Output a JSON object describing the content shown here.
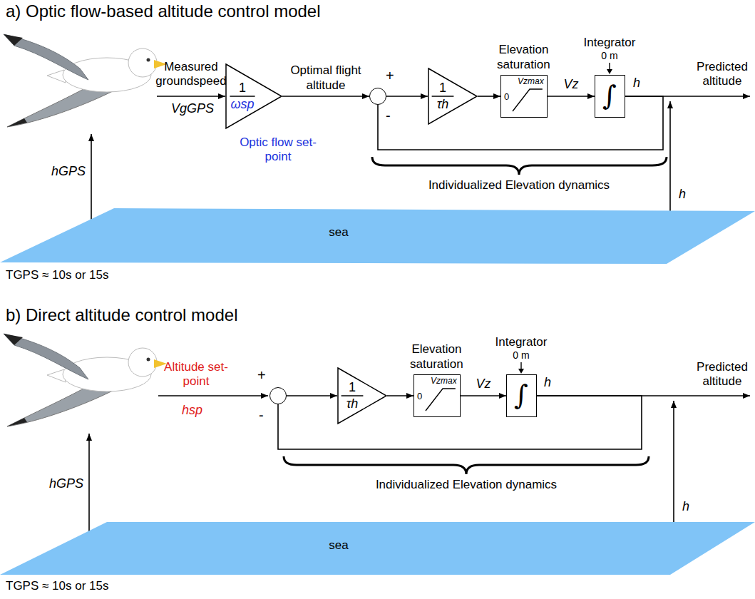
{
  "diagram": {
    "nodes": [
      {
        "text": [
          "1",
          "ωsp"
        ]
      },
      {
        "text": [
          "+",
          "-"
        ]
      },
      {
        "text": [
          "1",
          "τh"
        ]
      },
      {
        "text": [
          "Elevation saturation",
          "Vzmax",
          "0"
        ]
      },
      {
        "text": [
          "Integrator",
          "0 m",
          "∫"
        ]
      },
      {
        "text": [
          "sea"
        ]
      },
      {
        "text": [
          "+",
          "-"
        ]
      },
      {
        "text": [
          "1",
          "τh"
        ]
      },
      {
        "text": [
          "Elevation saturation",
          "Vzmax",
          "0"
        ]
      },
      {
        "text": [
          "Integrator",
          "0 m",
          "∫"
        ]
      },
      {
        "text": [
          "sea"
        ]
      }
    ],
    "edges": [
      {
        "from": 0,
        "to": 1,
        "arrow": "to",
        "label": "Optimal flight altitude"
      },
      {
        "from": 1,
        "to": 2,
        "arrow": "to"
      },
      {
        "from": 2,
        "to": 3,
        "arrow": "to"
      },
      {
        "from": 3,
        "to": 4,
        "arrow": "to",
        "label": "Vz"
      },
      {
        "from": 4,
        "to": 1,
        "arrow": "none"
      },
      {
        "from": 6,
        "to": 7,
        "arrow": "to"
      },
      {
        "from": 7,
        "to": 8,
        "arrow": "to"
      },
      {
        "from": 8,
        "to": 9,
        "arrow": "to",
        "label": "Vz"
      },
      {
        "from": 9,
        "to": 6,
        "arrow": "none"
      }
    ],
    "labels": [
      "a) Optic flow-based altitude control model",
      "Measured groundspeed",
      "VgGPS",
      "Optic flow set-point",
      "h",
      "Predicted altitude",
      "hGPS",
      "h",
      "Individualized Elevation dynamics",
      "TGPS ≈ 10s or 15s",
      "b) Direct altitude control model",
      "Altitude set-point",
      "hsp",
      "h",
      "Predicted altitude",
      "hGPS",
      "h",
      "Individualized Elevation dynamics",
      "TGPS ≈ 10s or 15s"
    ]
  }
}
